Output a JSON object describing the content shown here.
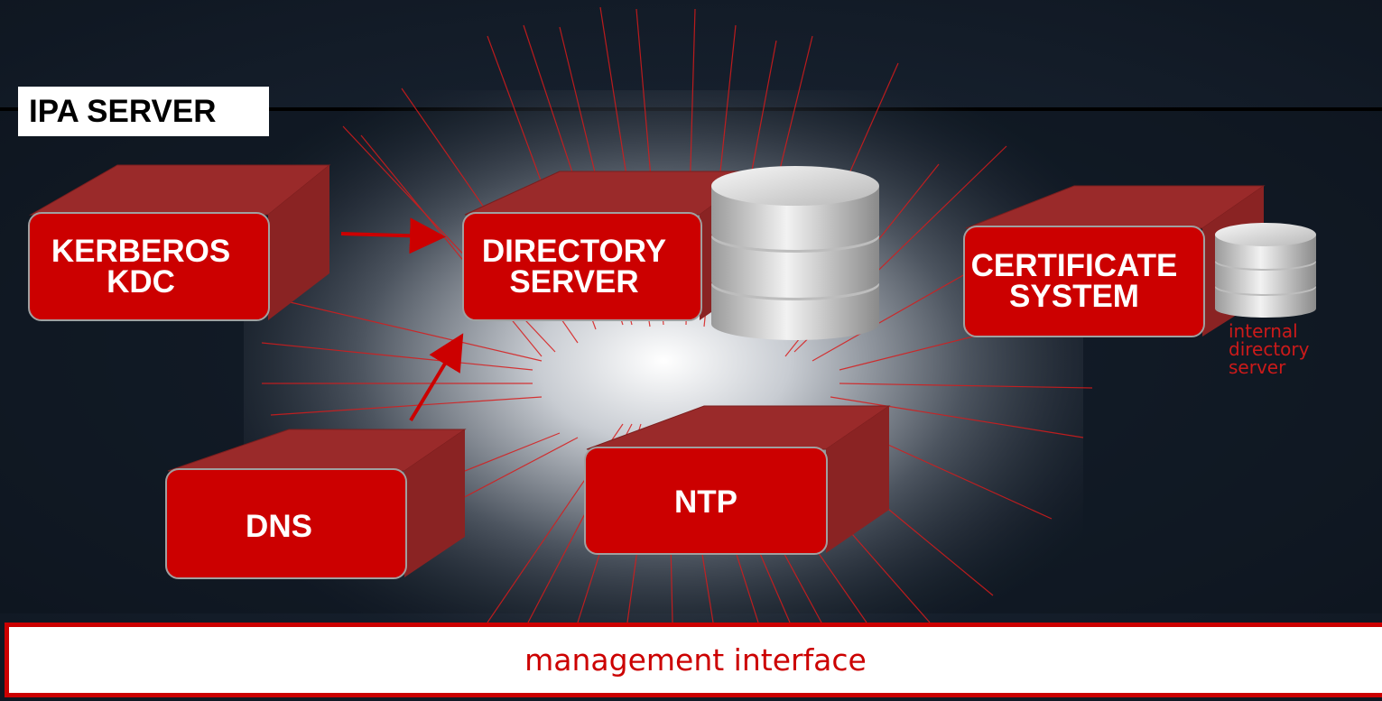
{
  "diagram": {
    "title": "IPA SERVER",
    "components": {
      "kerberos": "KERBEROS\nKDC",
      "directory": "DIRECTORY\nSERVER",
      "certificate": "CERTIFICATE\nSYSTEM",
      "dns": "DNS",
      "ntp": "NTP"
    },
    "internal_db_label": "internal\ndirectory\nserver",
    "management_label": "management interface",
    "colors": {
      "box_red": "#cc0000",
      "box_dark_red": "#9a2a2a",
      "arrow_red": "#cc0000",
      "background": "#101823"
    }
  }
}
